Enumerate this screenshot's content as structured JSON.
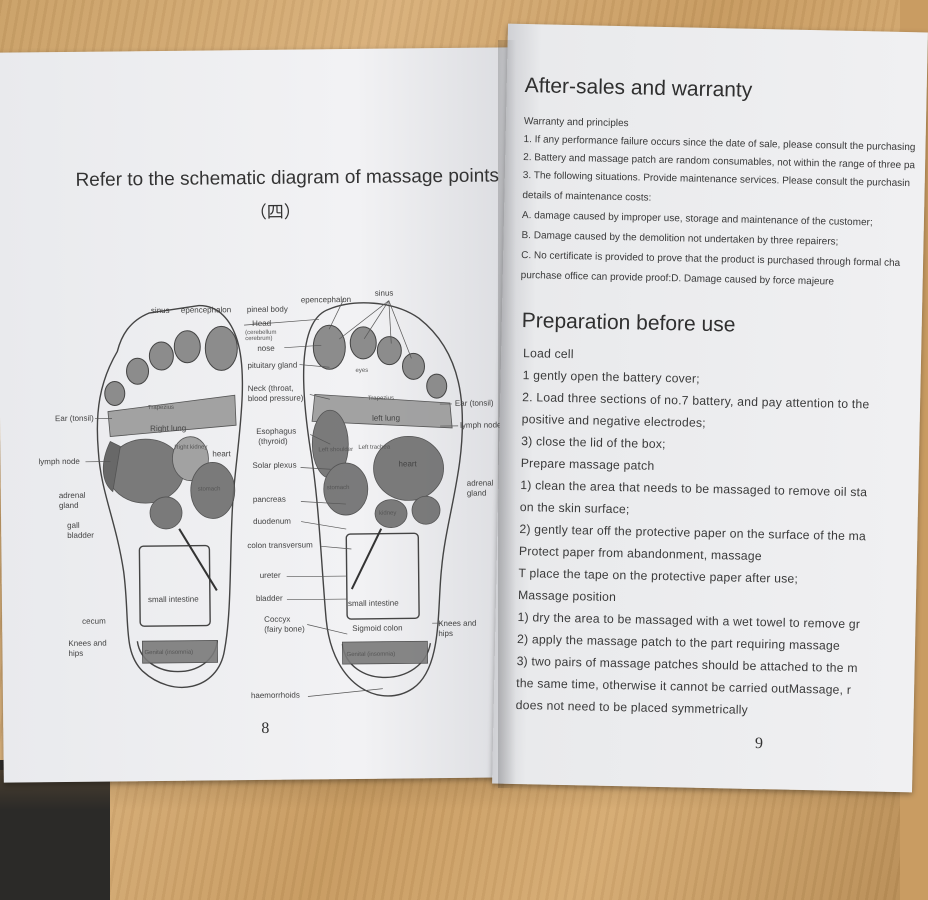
{
  "left_page": {
    "title": "Refer to the schematic diagram of massage points",
    "subtitle": "（四）",
    "page_number": "8",
    "labels": {
      "sinus_l": "sinus",
      "epencephalon_l": "epencephalon",
      "pineal_body": "pineal body",
      "epencephalon_r": "epencephalon",
      "sinus_r": "sinus",
      "head": "Head",
      "head_sub1": "(cerebellum",
      "head_sub2": "cerebrum)",
      "nose": "nose",
      "pituitary_gland": "pituitary gland",
      "neck_1": "Neck (throat,",
      "neck_2": "blood pressure)",
      "esophagus_1": "Esophagus",
      "esophagus_2": "(thyroid)",
      "solar_plexus": "Solar plexus",
      "pancreas": "pancreas",
      "duodenum": "duodenum",
      "colon_transversum": "colon transversum",
      "ureter": "ureter",
      "bladder": "bladder",
      "coccyx_1": "Coccyx",
      "coccyx_2": "(fairy bone)",
      "haemorrhoids": "haemorrhoids",
      "ear_l": "Ear (tonsil)",
      "lymph_node_l": "lymph node",
      "adrenal_l_1": "adrenal",
      "adrenal_l_2": "gland",
      "gall_1": "gall",
      "gall_2": "bladder",
      "cecum": "cecum",
      "knees_l_1": "Knees and",
      "knees_l_2": "hips",
      "ear_r": "Ear (tonsil)",
      "lymph_node_r": "lymph node",
      "adrenal_r_1": "adrenal",
      "adrenal_r_2": "gland",
      "knees_r_1": "Knees and",
      "knees_r_2": "hips",
      "trapezius_l": "Trapezius",
      "right_lung": "Right lung",
      "right_kidney": "Right kidney",
      "heart_l": "heart",
      "stomach_l": "stomach",
      "small_intestine_l": "small intestine",
      "genital_l": "Genital (insomnia)",
      "trapezius_r": "Trapezius",
      "left_lung": "left lung",
      "left_shoulder": "Left shoulder",
      "left_trachea": "Left trachea",
      "heart_r": "heart",
      "stomach_r": "stomach",
      "kidney": "kidney",
      "small_intestine_r": "small intestine",
      "sigmoid_colon": "Sigmoid colon",
      "genital_r": "Genital (insomnia)",
      "eyes": "eyes"
    }
  },
  "right_page": {
    "heading1": "After-sales and warranty",
    "lines1": [
      "Warranty and principles",
      "1. If any performance failure occurs since the date of sale, please consult the purchasing",
      "2. Battery and massage patch are random consumables, not within the range of three pa",
      "3. The following situations. Provide maintenance services. Please consult the purchasin",
      "details of maintenance costs:",
      "A. damage caused by improper use, storage and maintenance of the customer;",
      "B. Damage caused by the demolition not undertaken by three repairers;",
      "C. No certificate is provided to prove that the product is purchased through formal cha",
      "purchase office can provide proof:D. Damage caused by force majeure"
    ],
    "heading2": "Preparation before use",
    "lines2": [
      "Load cell",
      "1 gently open the battery cover;",
      "2. Load three sections of no.7 battery, and pay attention to the",
      "positive and negative electrodes;",
      "3) close the lid of the box;",
      "Prepare massage patch",
      "1) clean the area that needs to be massaged to remove oil sta",
      "on the skin surface;",
      "2) gently tear off the protective paper on the surface of the ma",
      "Protect paper from abandonment, massage",
      "T place the tape on the protective paper after use;",
      "Massage position",
      "1) dry the area to be massaged with a wet towel to remove gr",
      "2) apply the massage patch to the part requiring massage",
      "3) two pairs of massage patches should be attached to the m",
      "the same time, otherwise it cannot be carried outMassage, r",
      "does not need to be placed symmetrically"
    ],
    "page_number": "9"
  }
}
